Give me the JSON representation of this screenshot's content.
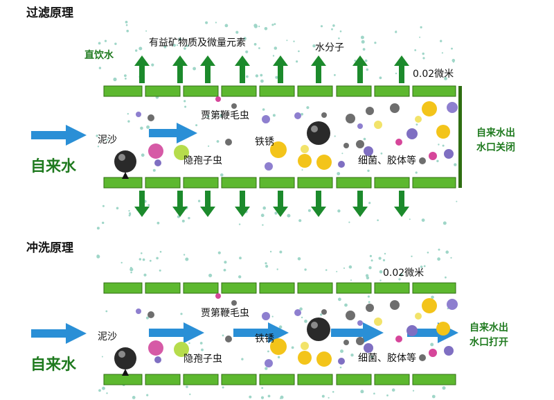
{
  "colors": {
    "membrane": "#5db82f",
    "membrane_edge": "#2f6e12",
    "arrow_green": "#1c8a2c",
    "arrow_blue": "#2a8fd6",
    "label_green": "#1f7a1f",
    "particle_dot": "#9fd6c8"
  },
  "filter": {
    "title": "过滤原理",
    "direct_drink": "直饮水",
    "beneficial_minerals": "有益矿物质及微量元素",
    "water_molecule": "水分子",
    "pore_size": "0.02微米",
    "tap_water": "自来水",
    "outlet_closed": [
      "自来水出",
      "水口关闭"
    ],
    "sediment": "泥沙",
    "trichomonas": "贾第鞭毛虫",
    "cryptosporidium": "隐孢子虫",
    "rust": "铁锈",
    "bacteria_colloid": "细菌、胶体等"
  },
  "flush": {
    "title": "冲洗原理",
    "pore_size": "0.02微米",
    "tap_water": "自来水",
    "outlet_open": [
      "自来水出",
      "水口打开"
    ],
    "sediment": "泥沙",
    "trichomonas": "贾第鞭毛虫",
    "cryptosporidium": "隐孢子虫",
    "rust": "铁锈",
    "bacteria_colloid": "细菌、胶体等"
  }
}
